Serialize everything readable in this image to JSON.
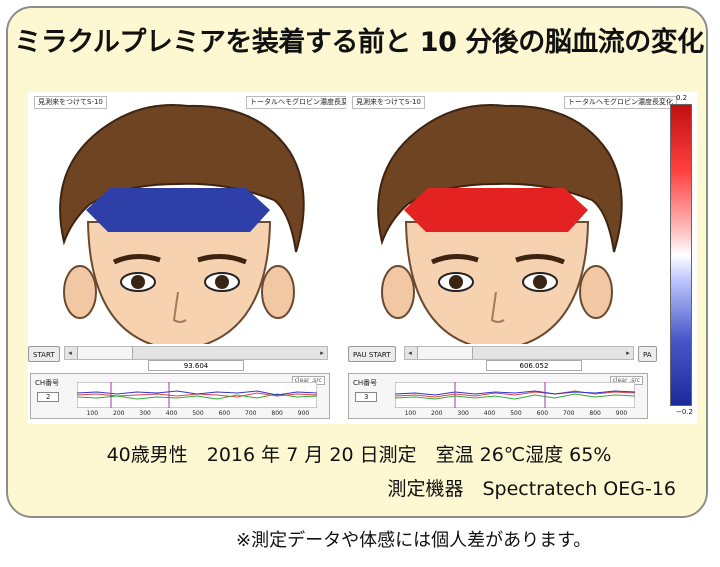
{
  "title": "ミラクルプレミアを装着する前と 10 分後の脳血流の変化",
  "left_panel": {
    "header_left": "見測来をつけてS-10",
    "header_right": "トータルヘモグロビン濃度長変化",
    "start_button": "START",
    "value": "93.604",
    "channel_label": "CH番号",
    "channel_value": "2",
    "clear_label": "clear .src",
    "ticks": [
      "100",
      "200",
      "300",
      "400",
      "500",
      "600",
      "700",
      "800",
      "900"
    ]
  },
  "right_panel": {
    "header_left": "見測来をつけてS-10",
    "header_right": "トータルヘモグロビン濃度長変化",
    "pause_start_button": "PAU START",
    "right_button": "PA",
    "value": "606.052",
    "channel_label": "CH番号",
    "channel_value": "3",
    "clear_label": "clear .src",
    "ticks": [
      "100",
      "200",
      "300",
      "400",
      "500",
      "600",
      "700",
      "800",
      "900"
    ]
  },
  "colorbar": {
    "top_label": "0.2",
    "bottom_label": "−0.2"
  },
  "info_line1": "40歳男性　2016 年 7 月 20 日測定　室温 26℃湿度 65%",
  "info_line2": "測定機器　Spectratech OEG-16",
  "note": "※測定データや体感には個人差があります。",
  "colors": {
    "before_band": "#2e3fa8",
    "after_band": "#e52222",
    "card_bg": "#fdf8d2"
  }
}
